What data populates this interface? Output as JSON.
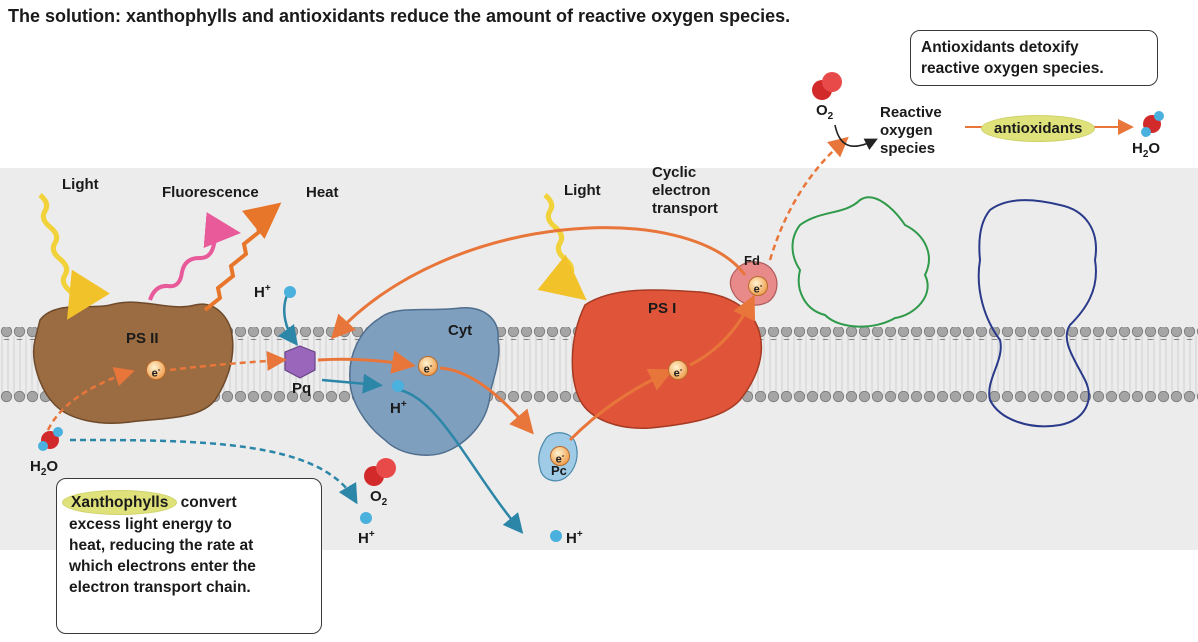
{
  "title": "The solution: xanthophylls and antioxidants reduce the amount of reactive oxygen species.",
  "labels": {
    "light_left": "Light",
    "light_right": "Light",
    "fluorescence": "Fluorescence",
    "heat": "Heat",
    "ps2": "PS II",
    "ps1": "PS I",
    "cyt": "Cyt",
    "pq": "Pq",
    "pc": "Pc",
    "fd": "Fd",
    "cyclic_line1": "Cyclic",
    "cyclic_line2": "electron",
    "cyclic_line3": "transport",
    "reactive_line1": "Reactive",
    "reactive_line2": "oxygen",
    "reactive_line3": "species",
    "antioxidants": "antioxidants",
    "electron": "e",
    "electron_sup": "-",
    "h_plus": "H",
    "h_plus_sup": "+",
    "o2": "O",
    "o2_sub": "2",
    "h2o_h": "H",
    "h2o_sub": "2",
    "h2o_o": "O"
  },
  "callouts": {
    "antioxidants_line1": "Antioxidants detoxify",
    "antioxidants_line2": "reactive oxygen species.",
    "xanthophylls_word": "Xanthophylls",
    "xanthophylls_line1_rest": " convert",
    "xanthophylls_line2": "excess light energy to",
    "xanthophylls_line3": "heat, reducing the rate at",
    "xanthophylls_line4": "which electrons enter the",
    "xanthophylls_line5": "electron  transport chain."
  },
  "colors": {
    "membrane_band": "#e8e8e8",
    "lipid_head": "#9a9a9a",
    "ps2": "#9b6b42",
    "cyt": "#7f9fbf",
    "ps1": "#e0553a",
    "pq": "#9966bb",
    "fd": "#e07a7a",
    "electron_arrow": "#e8763a",
    "proton_arrow": "#2b86a8",
    "light": "#f2d23a",
    "fluorescence": "#e85a9a",
    "heat": "#e8762a",
    "outline_green": "#2f9a4a",
    "outline_blue": "#2a3a8a",
    "highlight": "#dfe27a"
  },
  "icons": [
    "light-wave-icon",
    "fluorescence-wave-icon",
    "heat-zigzag-icon",
    "oxygen-molecule-icon",
    "water-molecule-icon",
    "proton-icon",
    "electron-icon"
  ]
}
